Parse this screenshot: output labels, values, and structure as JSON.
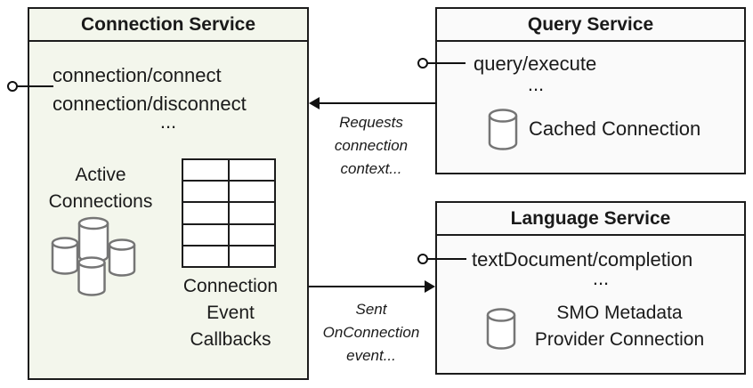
{
  "connection_service": {
    "title": "Connection Service",
    "method_1": "connection/connect",
    "method_2": "connection/disconnect",
    "ellipsis": "...",
    "active_connections": {
      "line1": "Active",
      "line2": "Connections"
    },
    "callbacks": {
      "line1": "Connection",
      "line2": "Event",
      "line3": "Callbacks"
    }
  },
  "query_service": {
    "title": "Query Service",
    "method_1": "query/execute",
    "ellipsis": "...",
    "cached_connection_label": "Cached Connection"
  },
  "language_service": {
    "title": "Language Service",
    "method_1": "textDocument/completion",
    "ellipsis": "...",
    "provider": {
      "line1": "SMO Metadata",
      "line2": "Provider Connection"
    }
  },
  "arrows": {
    "requests_connection": {
      "line1": "Requests",
      "line2": "connection",
      "line3": "context..."
    },
    "sent_onconnection": {
      "line1": "Sent",
      "line2": "OnConnection",
      "line3": "event..."
    }
  },
  "icons": {
    "active_connections": "database-cluster-icon",
    "cached_connection": "database-icon",
    "provider_connection": "database-icon"
  },
  "colors": {
    "connection_box_fill": "#f3f6ec",
    "service_box_fill": "#fafafa",
    "border": "#1c1c1c",
    "cylinder_stroke": "#757575",
    "text": "#1a1a1a"
  }
}
